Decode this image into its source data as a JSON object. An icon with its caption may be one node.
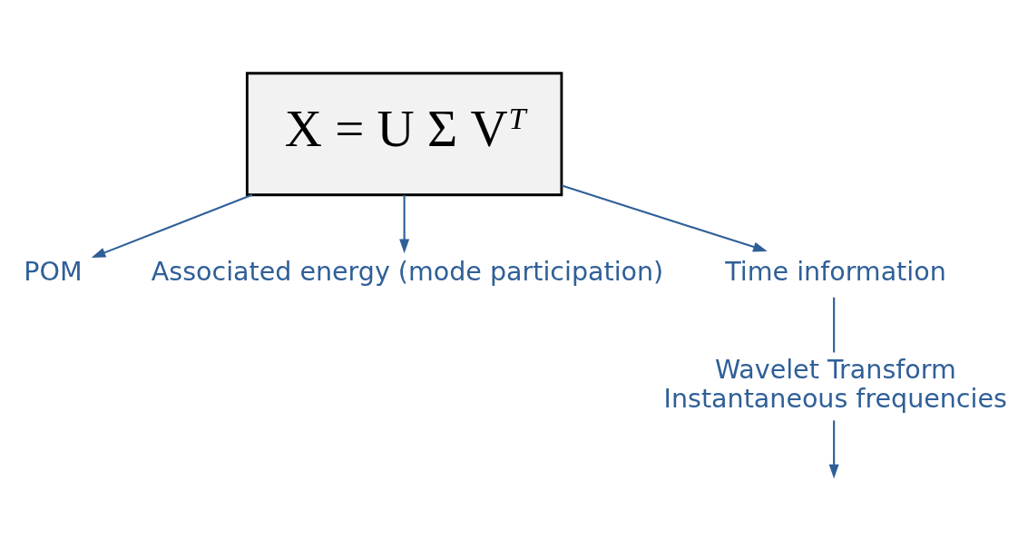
{
  "diagram": {
    "nodes": [
      {
        "text": [
          "X = U Σ V$^{T}$"
        ]
      },
      {
        "text": [
          "POM"
        ]
      },
      {
        "text": [
          "Associated energy (mode participation)"
        ]
      },
      {
        "text": [
          "Time information"
        ]
      },
      {
        "text": [
          "Wavelet Transform",
          "Instantaneous frequencies"
        ]
      }
    ],
    "edges": [
      {
        "from": 0,
        "to": 1,
        "arrow": "to"
      },
      {
        "from": 0,
        "to": 2,
        "arrow": "to"
      },
      {
        "from": 0,
        "to": 3,
        "arrow": "to"
      },
      {
        "from": 3,
        "to": 4,
        "arrow": "none"
      },
      {
        "from": 4,
        "to": null,
        "arrow": "to"
      }
    ]
  }
}
